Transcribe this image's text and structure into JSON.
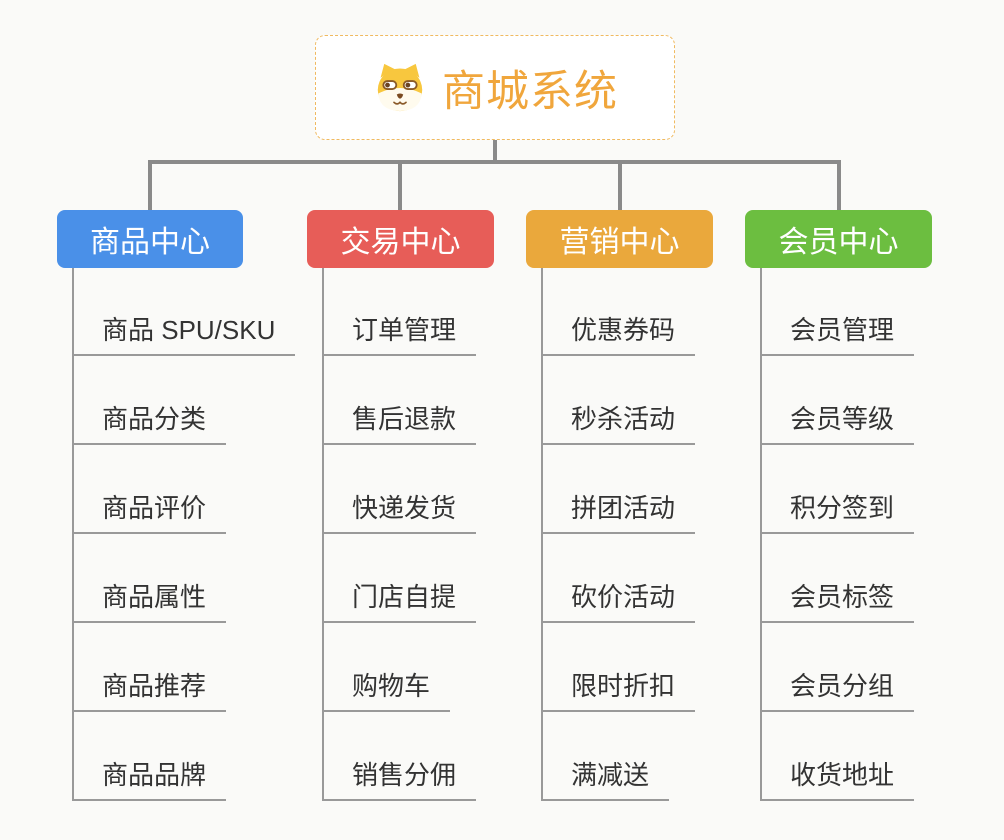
{
  "root": {
    "label": "商城系统",
    "icon": "dog-icon",
    "text_color": "#F0A63C",
    "border_color": "#F0BA60"
  },
  "branches": [
    {
      "label": "商品中心",
      "color": "#4A90E8",
      "children": [
        "商品 SPU/SKU",
        "商品分类",
        "商品评价",
        "商品属性",
        "商品推荐",
        "商品品牌"
      ]
    },
    {
      "label": "交易中心",
      "color": "#E75D58",
      "children": [
        "订单管理",
        "售后退款",
        "快递发货",
        "门店自提",
        "购物车",
        "销售分佣"
      ]
    },
    {
      "label": "营销中心",
      "color": "#EAA83C",
      "children": [
        "优惠券码",
        "秒杀活动",
        "拼团活动",
        "砍价活动",
        "限时折扣",
        "满减送"
      ]
    },
    {
      "label": "会员中心",
      "color": "#6CBE40",
      "children": [
        "会员管理",
        "会员等级",
        "积分签到",
        "会员标签",
        "会员分组",
        "收货地址"
      ]
    }
  ],
  "connector_color": "#8A8A8A",
  "leaf_line_color": "#999999",
  "background_color": "#FAFAF8"
}
